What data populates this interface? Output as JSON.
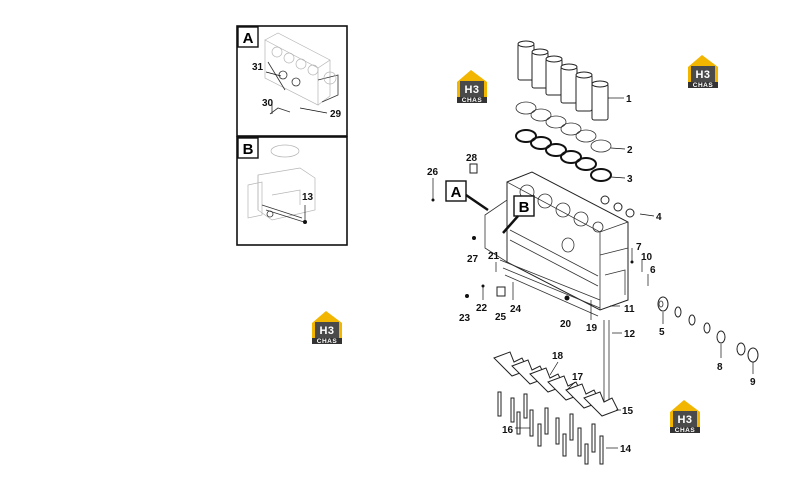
{
  "callouts": [
    {
      "id": "1",
      "label": "1"
    },
    {
      "id": "2",
      "label": "2"
    },
    {
      "id": "3",
      "label": "3"
    },
    {
      "id": "4",
      "label": "4"
    },
    {
      "id": "5",
      "label": "5"
    },
    {
      "id": "6",
      "label": "6"
    },
    {
      "id": "7",
      "label": "7"
    },
    {
      "id": "8",
      "label": "8"
    },
    {
      "id": "9",
      "label": "9"
    },
    {
      "id": "10",
      "label": "10"
    },
    {
      "id": "11",
      "label": "11"
    },
    {
      "id": "12",
      "label": "12"
    },
    {
      "id": "13",
      "label": "13"
    },
    {
      "id": "14",
      "label": "14"
    },
    {
      "id": "15",
      "label": "15"
    },
    {
      "id": "16",
      "label": "16"
    },
    {
      "id": "17",
      "label": "17"
    },
    {
      "id": "18",
      "label": "18"
    },
    {
      "id": "19",
      "label": "19"
    },
    {
      "id": "20",
      "label": "20"
    },
    {
      "id": "21",
      "label": "21"
    },
    {
      "id": "22",
      "label": "22"
    },
    {
      "id": "23",
      "label": "23"
    },
    {
      "id": "24",
      "label": "24"
    },
    {
      "id": "25",
      "label": "25"
    },
    {
      "id": "26",
      "label": "26"
    },
    {
      "id": "27",
      "label": "27"
    },
    {
      "id": "28",
      "label": "28"
    },
    {
      "id": "29",
      "label": "29"
    },
    {
      "id": "30",
      "label": "30"
    },
    {
      "id": "31",
      "label": "31"
    }
  ],
  "detail_panels": [
    {
      "id": "A",
      "letter": "A"
    },
    {
      "id": "B",
      "letter": "B"
    }
  ],
  "view_markers": [
    {
      "id": "A",
      "letter": "A"
    },
    {
      "id": "B",
      "letter": "B"
    }
  ],
  "watermark": {
    "text_top": "H3",
    "text_bottom": "CHAS",
    "colors": {
      "roof": "#f2b500",
      "box": "#4a4a4a",
      "text": "#ffffff"
    },
    "icon": "house-logo-icon"
  }
}
